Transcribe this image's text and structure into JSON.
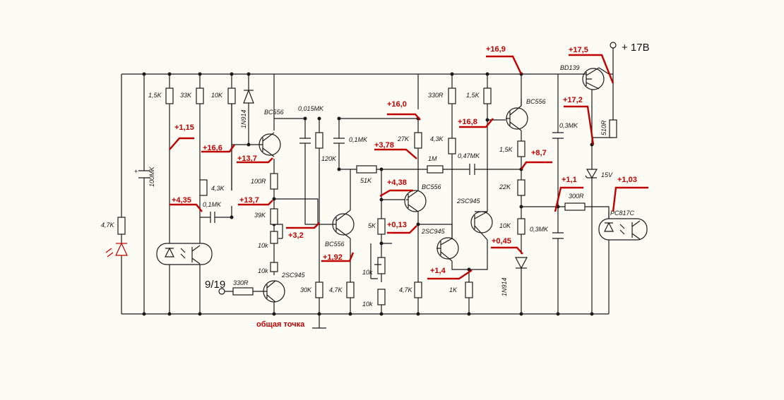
{
  "colors": {
    "background": "#fcfcf4",
    "wire": "#1a1a1a",
    "annotation": "#c00000"
  },
  "supply": {
    "label": "+ 17В"
  },
  "input": {
    "label": "9/19"
  },
  "ground": {
    "label": "общая точка"
  },
  "components": {
    "r_4k7_led": "4,7K",
    "c_100mk": "100MK",
    "r_1k5_a": "1,5K",
    "r_33k": "33K",
    "r_10k_a": "10K",
    "d_1n914_a": "1N914",
    "q_bc556_a": "BC556",
    "c_0015mk": "0,015MK",
    "r_120k": "120K",
    "c_01mk_a": "0,1MK",
    "r_4k3_a": "4,3K",
    "c_01mk_b": "0,1MK",
    "r_100r": "100R",
    "r_39k": "39K",
    "rp_10k_a": "10k",
    "r_10k_b": "10k",
    "q_2sc945_a": "2SC945",
    "r_330r_a": "330R",
    "r_30k": "30K",
    "r_4k7_b": "4,7K",
    "r_51k": "51K",
    "r_5k": "5K",
    "rp_10k_b": "10k",
    "rp_10k_c": "10k",
    "q_bc556_b": "BC556",
    "q_bc556_c": "BC556",
    "r_27k": "27K",
    "r_1m": "1M",
    "r_4k3_b": "4,3K",
    "c_047mk": "0,47MK",
    "r_4k7_c": "4,7K",
    "q_2sc945_b": "2SC945",
    "q_2sc945_c": "2SC945",
    "r_1k": "1K",
    "r_330r_b": "330R",
    "r_1k5_b": "1,5K",
    "q_bc556_d": "BC556",
    "r_1k5_c": "1,5K",
    "r_22k": "22K",
    "r_10k_c": "10K",
    "d_1n914_b": "1N914",
    "c_03mk_a": "0,3MK",
    "c_03mk_b": "0,3MK",
    "q_bd139": "BD139",
    "r_510r": "510R",
    "d_15v": "15V",
    "r_300r": "300R",
    "opto": "PC817C"
  },
  "voltages": {
    "v_1_15": "+1,15",
    "v_16_6": "+16,6",
    "v_13_7_a": "+13,7",
    "v_4_35": "+4,35",
    "v_13_7_b": "+13,7",
    "v_3_2": "+3,2",
    "v_1_92": "+1,92",
    "v_16_0": "+16,0",
    "v_3_78": "+3,78",
    "v_4_38": "+4,38",
    "v_0_13": "+0,13",
    "v_1_4": "+1,4",
    "v_16_9": "+16,9",
    "v_16_8": "+16,8",
    "v_8_7": "+8,7",
    "v_0_45": "+0,45",
    "v_17_5": "+17,5",
    "v_17_2": "+17,2",
    "v_1_1": "+1,1",
    "v_1_03": "+1,03"
  }
}
